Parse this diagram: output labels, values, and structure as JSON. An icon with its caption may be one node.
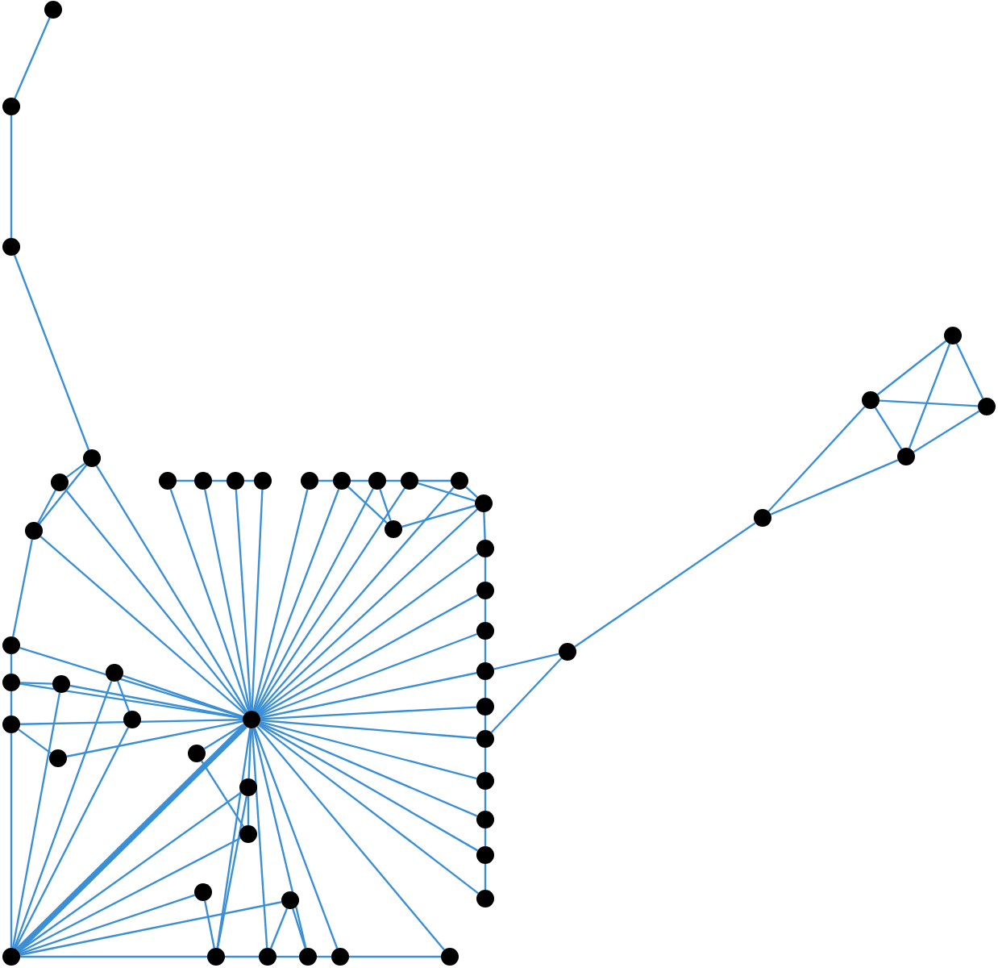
{
  "diagram": {
    "nodes": [
      {
        "text": [],
        "shape": "circle"
      },
      {
        "text": [],
        "shape": "circle"
      },
      {
        "text": [],
        "shape": "circle"
      },
      {
        "text": [],
        "shape": "circle"
      },
      {
        "text": [],
        "shape": "circle"
      },
      {
        "text": [],
        "shape": "circle"
      },
      {
        "text": [],
        "shape": "circle"
      },
      {
        "text": [],
        "shape": "circle"
      },
      {
        "text": [],
        "shape": "circle"
      },
      {
        "text": [],
        "shape": "circle"
      },
      {
        "text": [],
        "shape": "circle"
      },
      {
        "text": [],
        "shape": "circle"
      },
      {
        "text": [],
        "shape": "circle"
      },
      {
        "text": [],
        "shape": "circle"
      },
      {
        "text": [],
        "shape": "circle"
      },
      {
        "text": [],
        "shape": "circle"
      },
      {
        "text": [],
        "shape": "circle"
      },
      {
        "text": [],
        "shape": "circle"
      },
      {
        "text": [],
        "shape": "circle"
      },
      {
        "text": [],
        "shape": "circle"
      },
      {
        "text": [],
        "shape": "circle"
      },
      {
        "text": [],
        "shape": "circle"
      },
      {
        "text": [],
        "shape": "circle"
      },
      {
        "text": [],
        "shape": "circle"
      },
      {
        "text": [],
        "shape": "circle"
      },
      {
        "text": [],
        "shape": "circle"
      },
      {
        "text": [],
        "shape": "circle"
      },
      {
        "text": [],
        "shape": "circle"
      },
      {
        "text": [],
        "shape": "circle"
      },
      {
        "text": [],
        "shape": "circle"
      },
      {
        "text": [],
        "shape": "circle"
      },
      {
        "text": [],
        "shape": "circle"
      },
      {
        "text": [],
        "shape": "circle"
      },
      {
        "text": [],
        "shape": "circle"
      },
      {
        "text": [],
        "shape": "circle"
      },
      {
        "text": [],
        "shape": "circle"
      },
      {
        "text": [],
        "shape": "circle"
      },
      {
        "text": [],
        "shape": "circle"
      },
      {
        "text": [],
        "shape": "circle"
      },
      {
        "text": [],
        "shape": "circle"
      },
      {
        "text": [],
        "shape": "circle"
      },
      {
        "text": [],
        "shape": "circle"
      },
      {
        "text": [],
        "shape": "circle"
      },
      {
        "text": [],
        "shape": "circle"
      },
      {
        "text": [],
        "shape": "circle"
      },
      {
        "text": [],
        "shape": "circle"
      },
      {
        "text": [],
        "shape": "circle"
      },
      {
        "text": [],
        "shape": "circle"
      },
      {
        "text": [],
        "shape": "circle"
      },
      {
        "text": [],
        "shape": "circle"
      },
      {
        "text": [],
        "shape": "circle"
      },
      {
        "text": [],
        "shape": "circle"
      }
    ],
    "edges": [
      {
        "from": 0,
        "to": 1,
        "arrow": "none"
      },
      {
        "from": 1,
        "to": 2,
        "arrow": "none"
      },
      {
        "from": 2,
        "to": 3,
        "arrow": "none"
      },
      {
        "from": 3,
        "to": 4,
        "arrow": "none"
      },
      {
        "from": 3,
        "to": 5,
        "arrow": "none"
      },
      {
        "from": 4,
        "to": 5,
        "arrow": "none"
      },
      {
        "from": 3,
        "to": 34,
        "arrow": "none"
      },
      {
        "from": 4,
        "to": 34,
        "arrow": "none"
      },
      {
        "from": 5,
        "to": 34,
        "arrow": "none"
      },
      {
        "from": 5,
        "to": 27,
        "arrow": "none"
      },
      {
        "from": 6,
        "to": 7,
        "arrow": "none"
      },
      {
        "from": 7,
        "to": 8,
        "arrow": "none"
      },
      {
        "from": 8,
        "to": 9,
        "arrow": "none"
      },
      {
        "from": 6,
        "to": 34,
        "arrow": "none"
      },
      {
        "from": 7,
        "to": 34,
        "arrow": "none"
      },
      {
        "from": 8,
        "to": 34,
        "arrow": "none"
      },
      {
        "from": 9,
        "to": 34,
        "arrow": "none"
      },
      {
        "from": 10,
        "to": 11,
        "arrow": "none"
      },
      {
        "from": 11,
        "to": 12,
        "arrow": "none"
      },
      {
        "from": 12,
        "to": 13,
        "arrow": "none"
      },
      {
        "from": 13,
        "to": 14,
        "arrow": "none"
      },
      {
        "from": 14,
        "to": 15,
        "arrow": "none"
      },
      {
        "from": 13,
        "to": 15,
        "arrow": "none"
      },
      {
        "from": 11,
        "to": 16,
        "arrow": "none"
      },
      {
        "from": 12,
        "to": 16,
        "arrow": "none"
      },
      {
        "from": 15,
        "to": 16,
        "arrow": "none"
      },
      {
        "from": 10,
        "to": 34,
        "arrow": "none"
      },
      {
        "from": 11,
        "to": 34,
        "arrow": "none"
      },
      {
        "from": 12,
        "to": 34,
        "arrow": "none"
      },
      {
        "from": 13,
        "to": 34,
        "arrow": "none"
      },
      {
        "from": 14,
        "to": 34,
        "arrow": "none"
      },
      {
        "from": 15,
        "to": 34,
        "arrow": "none"
      },
      {
        "from": 15,
        "to": 17,
        "arrow": "none"
      },
      {
        "from": 17,
        "to": 18,
        "arrow": "none"
      },
      {
        "from": 18,
        "to": 19,
        "arrow": "none"
      },
      {
        "from": 19,
        "to": 20,
        "arrow": "none"
      },
      {
        "from": 20,
        "to": 21,
        "arrow": "none"
      },
      {
        "from": 21,
        "to": 22,
        "arrow": "none"
      },
      {
        "from": 22,
        "to": 23,
        "arrow": "none"
      },
      {
        "from": 23,
        "to": 24,
        "arrow": "none"
      },
      {
        "from": 24,
        "to": 25,
        "arrow": "none"
      },
      {
        "from": 25,
        "to": 26,
        "arrow": "none"
      },
      {
        "from": 17,
        "to": 34,
        "arrow": "none"
      },
      {
        "from": 18,
        "to": 34,
        "arrow": "none"
      },
      {
        "from": 19,
        "to": 34,
        "arrow": "none"
      },
      {
        "from": 20,
        "to": 34,
        "arrow": "none"
      },
      {
        "from": 21,
        "to": 34,
        "arrow": "none"
      },
      {
        "from": 22,
        "to": 34,
        "arrow": "none"
      },
      {
        "from": 23,
        "to": 34,
        "arrow": "none"
      },
      {
        "from": 24,
        "to": 34,
        "arrow": "none"
      },
      {
        "from": 25,
        "to": 34,
        "arrow": "none"
      },
      {
        "from": 26,
        "to": 34,
        "arrow": "none"
      },
      {
        "from": 20,
        "to": 46,
        "arrow": "none"
      },
      {
        "from": 22,
        "to": 46,
        "arrow": "none"
      },
      {
        "from": 46,
        "to": 47,
        "arrow": "none"
      },
      {
        "from": 47,
        "to": 48,
        "arrow": "none"
      },
      {
        "from": 47,
        "to": 51,
        "arrow": "none"
      },
      {
        "from": 48,
        "to": 49,
        "arrow": "none"
      },
      {
        "from": 48,
        "to": 50,
        "arrow": "none"
      },
      {
        "from": 48,
        "to": 51,
        "arrow": "none"
      },
      {
        "from": 49,
        "to": 50,
        "arrow": "none"
      },
      {
        "from": 49,
        "to": 51,
        "arrow": "none"
      },
      {
        "from": 50,
        "to": 51,
        "arrow": "none"
      },
      {
        "from": 27,
        "to": 28,
        "arrow": "none"
      },
      {
        "from": 28,
        "to": 31,
        "arrow": "none"
      },
      {
        "from": 31,
        "to": 40,
        "arrow": "none"
      },
      {
        "from": 27,
        "to": 34,
        "arrow": "none"
      },
      {
        "from": 28,
        "to": 29,
        "arrow": "none"
      },
      {
        "from": 28,
        "to": 34,
        "arrow": "none"
      },
      {
        "from": 29,
        "to": 34,
        "arrow": "none"
      },
      {
        "from": 30,
        "to": 34,
        "arrow": "none"
      },
      {
        "from": 30,
        "to": 32,
        "arrow": "none"
      },
      {
        "from": 31,
        "to": 34,
        "arrow": "none"
      },
      {
        "from": 31,
        "to": 33,
        "arrow": "none"
      },
      {
        "from": 33,
        "to": 34,
        "arrow": "none"
      },
      {
        "from": 29,
        "to": 40,
        "arrow": "none"
      },
      {
        "from": 30,
        "to": 40,
        "arrow": "none"
      },
      {
        "from": 32,
        "to": 40,
        "arrow": "none"
      },
      {
        "from": 34,
        "to": 40,
        "arrow": "none",
        "style": "thick"
      },
      {
        "from": 35,
        "to": 34,
        "arrow": "none"
      },
      {
        "from": 35,
        "to": 37,
        "arrow": "none"
      },
      {
        "from": 36,
        "to": 34,
        "arrow": "none"
      },
      {
        "from": 36,
        "to": 37,
        "arrow": "none"
      },
      {
        "from": 36,
        "to": 40,
        "arrow": "none"
      },
      {
        "from": 37,
        "to": 40,
        "arrow": "none"
      },
      {
        "from": 38,
        "to": 40,
        "arrow": "none"
      },
      {
        "from": 39,
        "to": 40,
        "arrow": "none"
      },
      {
        "from": 38,
        "to": 41,
        "arrow": "none"
      },
      {
        "from": 39,
        "to": 42,
        "arrow": "none"
      },
      {
        "from": 39,
        "to": 43,
        "arrow": "none"
      },
      {
        "from": 36,
        "to": 41,
        "arrow": "none"
      },
      {
        "from": 40,
        "to": 41,
        "arrow": "none"
      },
      {
        "from": 41,
        "to": 42,
        "arrow": "none"
      },
      {
        "from": 42,
        "to": 43,
        "arrow": "none"
      },
      {
        "from": 43,
        "to": 44,
        "arrow": "none"
      },
      {
        "from": 44,
        "to": 45,
        "arrow": "none"
      },
      {
        "from": 34,
        "to": 41,
        "arrow": "none"
      },
      {
        "from": 34,
        "to": 42,
        "arrow": "none"
      },
      {
        "from": 34,
        "to": 43,
        "arrow": "none"
      },
      {
        "from": 34,
        "to": 44,
        "arrow": "none"
      },
      {
        "from": 34,
        "to": 45,
        "arrow": "none"
      }
    ]
  }
}
